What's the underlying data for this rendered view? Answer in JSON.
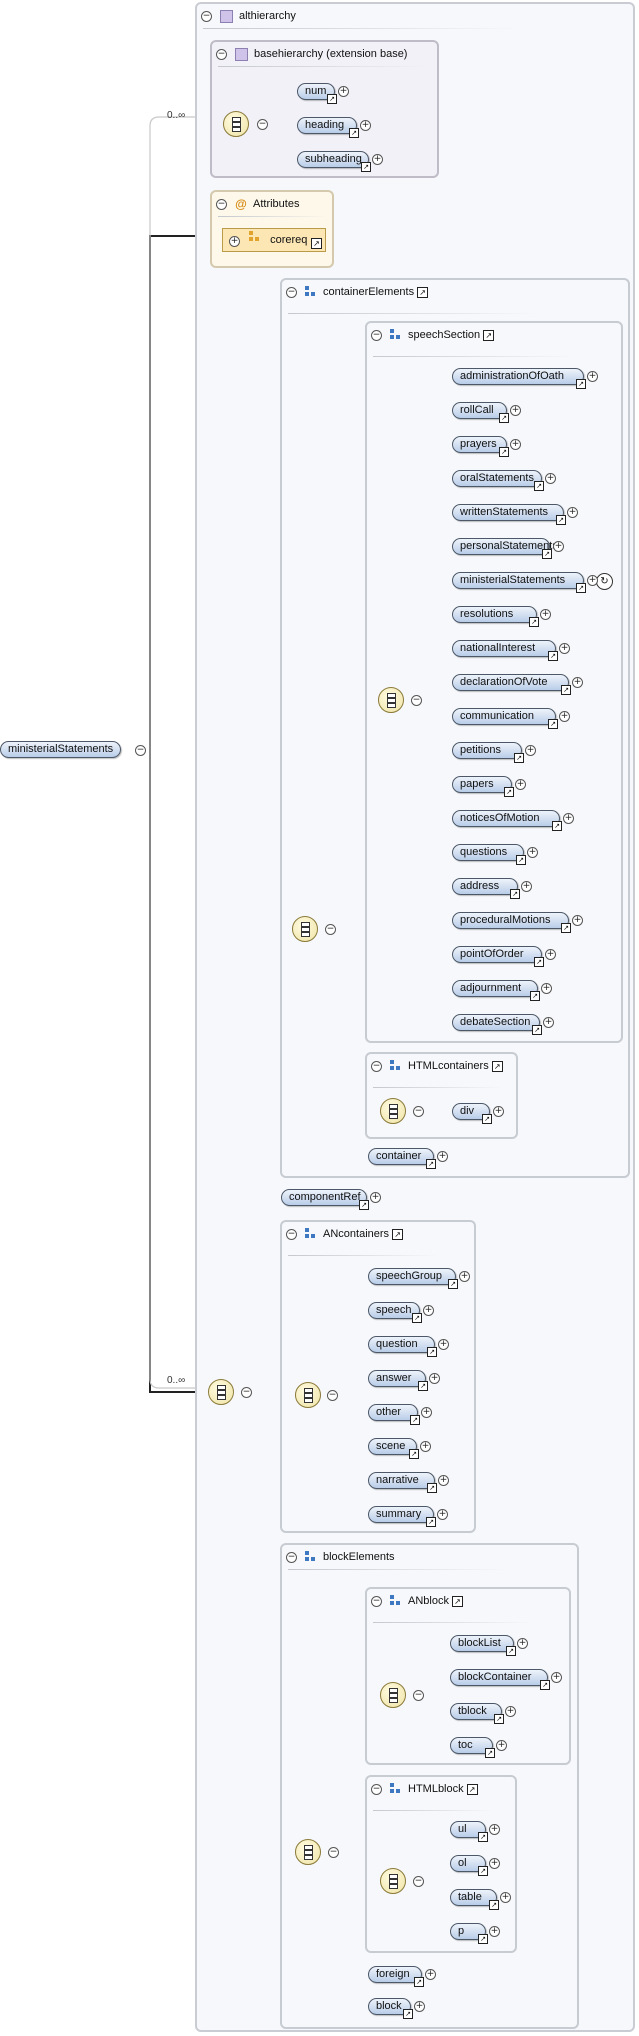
{
  "root": {
    "name": "ministerialStatements",
    "min_occurs": "0..∞",
    "choice_occurs": "0..∞"
  },
  "groups": {
    "althierarchy": "althierarchy",
    "basehierarchy": "basehierarchy (extension base)",
    "attributes": "Attributes",
    "containerElements": "containerElements",
    "speechSection": "speechSection",
    "HTMLcontainers": "HTMLcontainers",
    "ANcontainers": "ANcontainers",
    "blockElements": "blockElements",
    "ANblock": "ANblock",
    "HTMLblock": "HTMLblock"
  },
  "basehierarchy_items": [
    "num",
    "heading",
    "subheading"
  ],
  "attribute_group": "corereq",
  "speechSection_items": [
    "administrationOfOath",
    "rollCall",
    "prayers",
    "oralStatements",
    "writtenStatements",
    "personalStatements",
    "ministerialStatements",
    "resolutions",
    "nationalInterest",
    "declarationOfVote",
    "communication",
    "petitions",
    "papers",
    "noticesOfMotion",
    "questions",
    "address",
    "proceduralMotions",
    "pointOfOrder",
    "adjournment",
    "debateSection"
  ],
  "HTMLcontainers_items": [
    "div"
  ],
  "container_item": "container",
  "componentRef": "componentRef",
  "ANcontainers_items": [
    "speechGroup",
    "speech",
    "question",
    "answer",
    "other",
    "scene",
    "narrative",
    "summary"
  ],
  "ANblock_items": [
    "blockList",
    "blockContainer",
    "tblock",
    "toc"
  ],
  "HTMLblock_items": [
    "ul",
    "ol",
    "table",
    "p"
  ],
  "blockElements_tail": [
    "foreign",
    "block"
  ],
  "icons": {
    "collapse": "minus-circle-icon",
    "expand": "plus-circle-icon",
    "link": "external-link-icon",
    "recursion": "recursion-icon"
  },
  "colors": {
    "node_fill": "#b9cde8",
    "compositor_fill": "#efe3a6",
    "attribute_fill": "#fbe6b4",
    "group_border": "#c7cbd2"
  }
}
